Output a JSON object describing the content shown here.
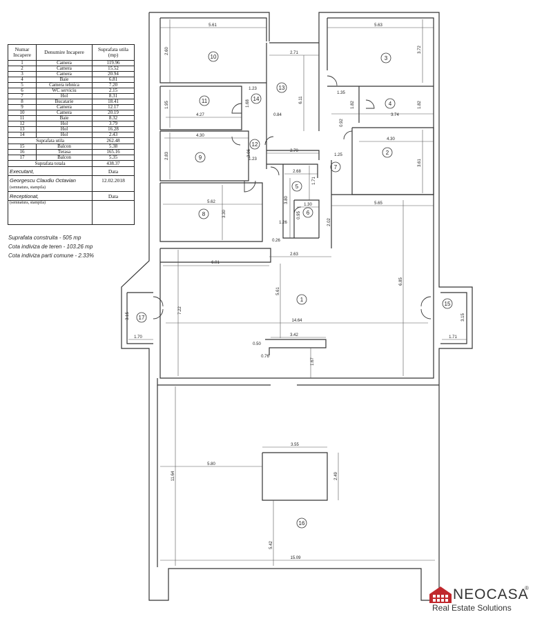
{
  "table": {
    "headers": [
      "Numar Incapere",
      "Denumire Incapere",
      "Suprafata utila (mp)"
    ],
    "rooms": [
      {
        "nr": "1",
        "name": "Camera",
        "area": "119.96"
      },
      {
        "nr": "2",
        "name": "Camera",
        "area": "15.52"
      },
      {
        "nr": "3",
        "name": "Camera",
        "area": "20.94"
      },
      {
        "nr": "4",
        "name": "Baie",
        "area": "6.81"
      },
      {
        "nr": "5",
        "name": "Camera tehnica",
        "area": "7.20"
      },
      {
        "nr": "6",
        "name": "WC serviciu",
        "area": "2.15"
      },
      {
        "nr": "7",
        "name": "Hol",
        "area": "8.31"
      },
      {
        "nr": "8",
        "name": "Bucatarie",
        "area": "18.41"
      },
      {
        "nr": "9",
        "name": "Camera",
        "area": "12.17"
      },
      {
        "nr": "10",
        "name": "Camera",
        "area": "20.19"
      },
      {
        "nr": "11",
        "name": "Baie",
        "area": "8.32"
      },
      {
        "nr": "12",
        "name": "Hol",
        "area": "3.79"
      },
      {
        "nr": "13",
        "name": "Hol",
        "area": "16.28"
      },
      {
        "nr": "14",
        "name": "Hol",
        "area": "2.43"
      }
    ],
    "subtotal_label": "Suprafata utila",
    "subtotal_value": "262.48",
    "balconies": [
      {
        "nr": "15",
        "name": "Balcon",
        "area": "5.38"
      },
      {
        "nr": "16",
        "name": "Terasa",
        "area": "165.16"
      },
      {
        "nr": "17",
        "name": "Balcon",
        "area": "5.35"
      }
    ],
    "total_label": "Suprafata totala",
    "total_value": "438.37",
    "executant_label": "Executant,",
    "data_label": "Data",
    "executant_name": "Georgescu Claudiu Octavian",
    "executant_date": "12.02.2018",
    "signature_hint": "(semnatura, stampila)",
    "receptionat_label": "Receptionat,",
    "receptionat_data_label": "Data",
    "signature_hint_2": "(semnatura, stampila)"
  },
  "notes": {
    "built_area": "Suprafata construita - 505 mp",
    "land_share": "Cota indiviza de teren - 103.26 mp",
    "common_share": "Cota indiviza parti comune - 2.33%"
  },
  "rooms_labels": [
    "1",
    "2",
    "3",
    "4",
    "5",
    "6",
    "7",
    "8",
    "9",
    "10",
    "11",
    "12",
    "13",
    "14",
    "15",
    "16",
    "17"
  ],
  "dimensions": {
    "d_561": "5.61",
    "d_563": "5.63",
    "d_260": "2.60",
    "d_372": "3.72",
    "d_271": "2.71",
    "d_611": "6.11",
    "d_195": "1.95",
    "d_427": "4.27",
    "d_168": "1.68",
    "d_123a": "1.23",
    "d_084": "0.84",
    "d_135": "1.35",
    "d_182a": "1.82",
    "d_182b": "1.82",
    "d_374": "3.74",
    "d_092": "0.92",
    "d_430a": "4.30",
    "d_430b": "4.30",
    "d_283": "2.83",
    "d_306": "3.06",
    "d_123b": "1.23",
    "d_270": "2.70",
    "d_125": "1.25",
    "d_361": "3.61",
    "d_268": "2.68",
    "d_171": "1.71",
    "d_562": "5.62",
    "d_330": "3.30",
    "d_380": "3.80",
    "d_130": "1.30",
    "d_126": "1.26",
    "d_095": "0.95",
    "d_202": "2.02",
    "d_565": "5.65",
    "d_026": "0.26",
    "d_601": "6.01",
    "d_263": "2.63",
    "d_561b": "5.61",
    "d_685": "6.85",
    "d_722": "7.22",
    "d_315a": "3.15",
    "d_315b": "3.15",
    "d_170": "1.70",
    "d_1464": "14.64",
    "d_171b": "1.71",
    "d_342": "3.42",
    "d_050": "0.50",
    "d_076": "0.76",
    "d_167": "1.67",
    "d_355": "3.55",
    "d_580": "5.80",
    "d_1164": "11.64",
    "d_249": "2.49",
    "d_542": "5.42",
    "d_1509": "15.09"
  },
  "logo": {
    "brand": "NEOCASA",
    "registered": "®",
    "tagline": "Real Estate Solutions",
    "color_red": "#c0282d",
    "color_text": "#333333"
  }
}
